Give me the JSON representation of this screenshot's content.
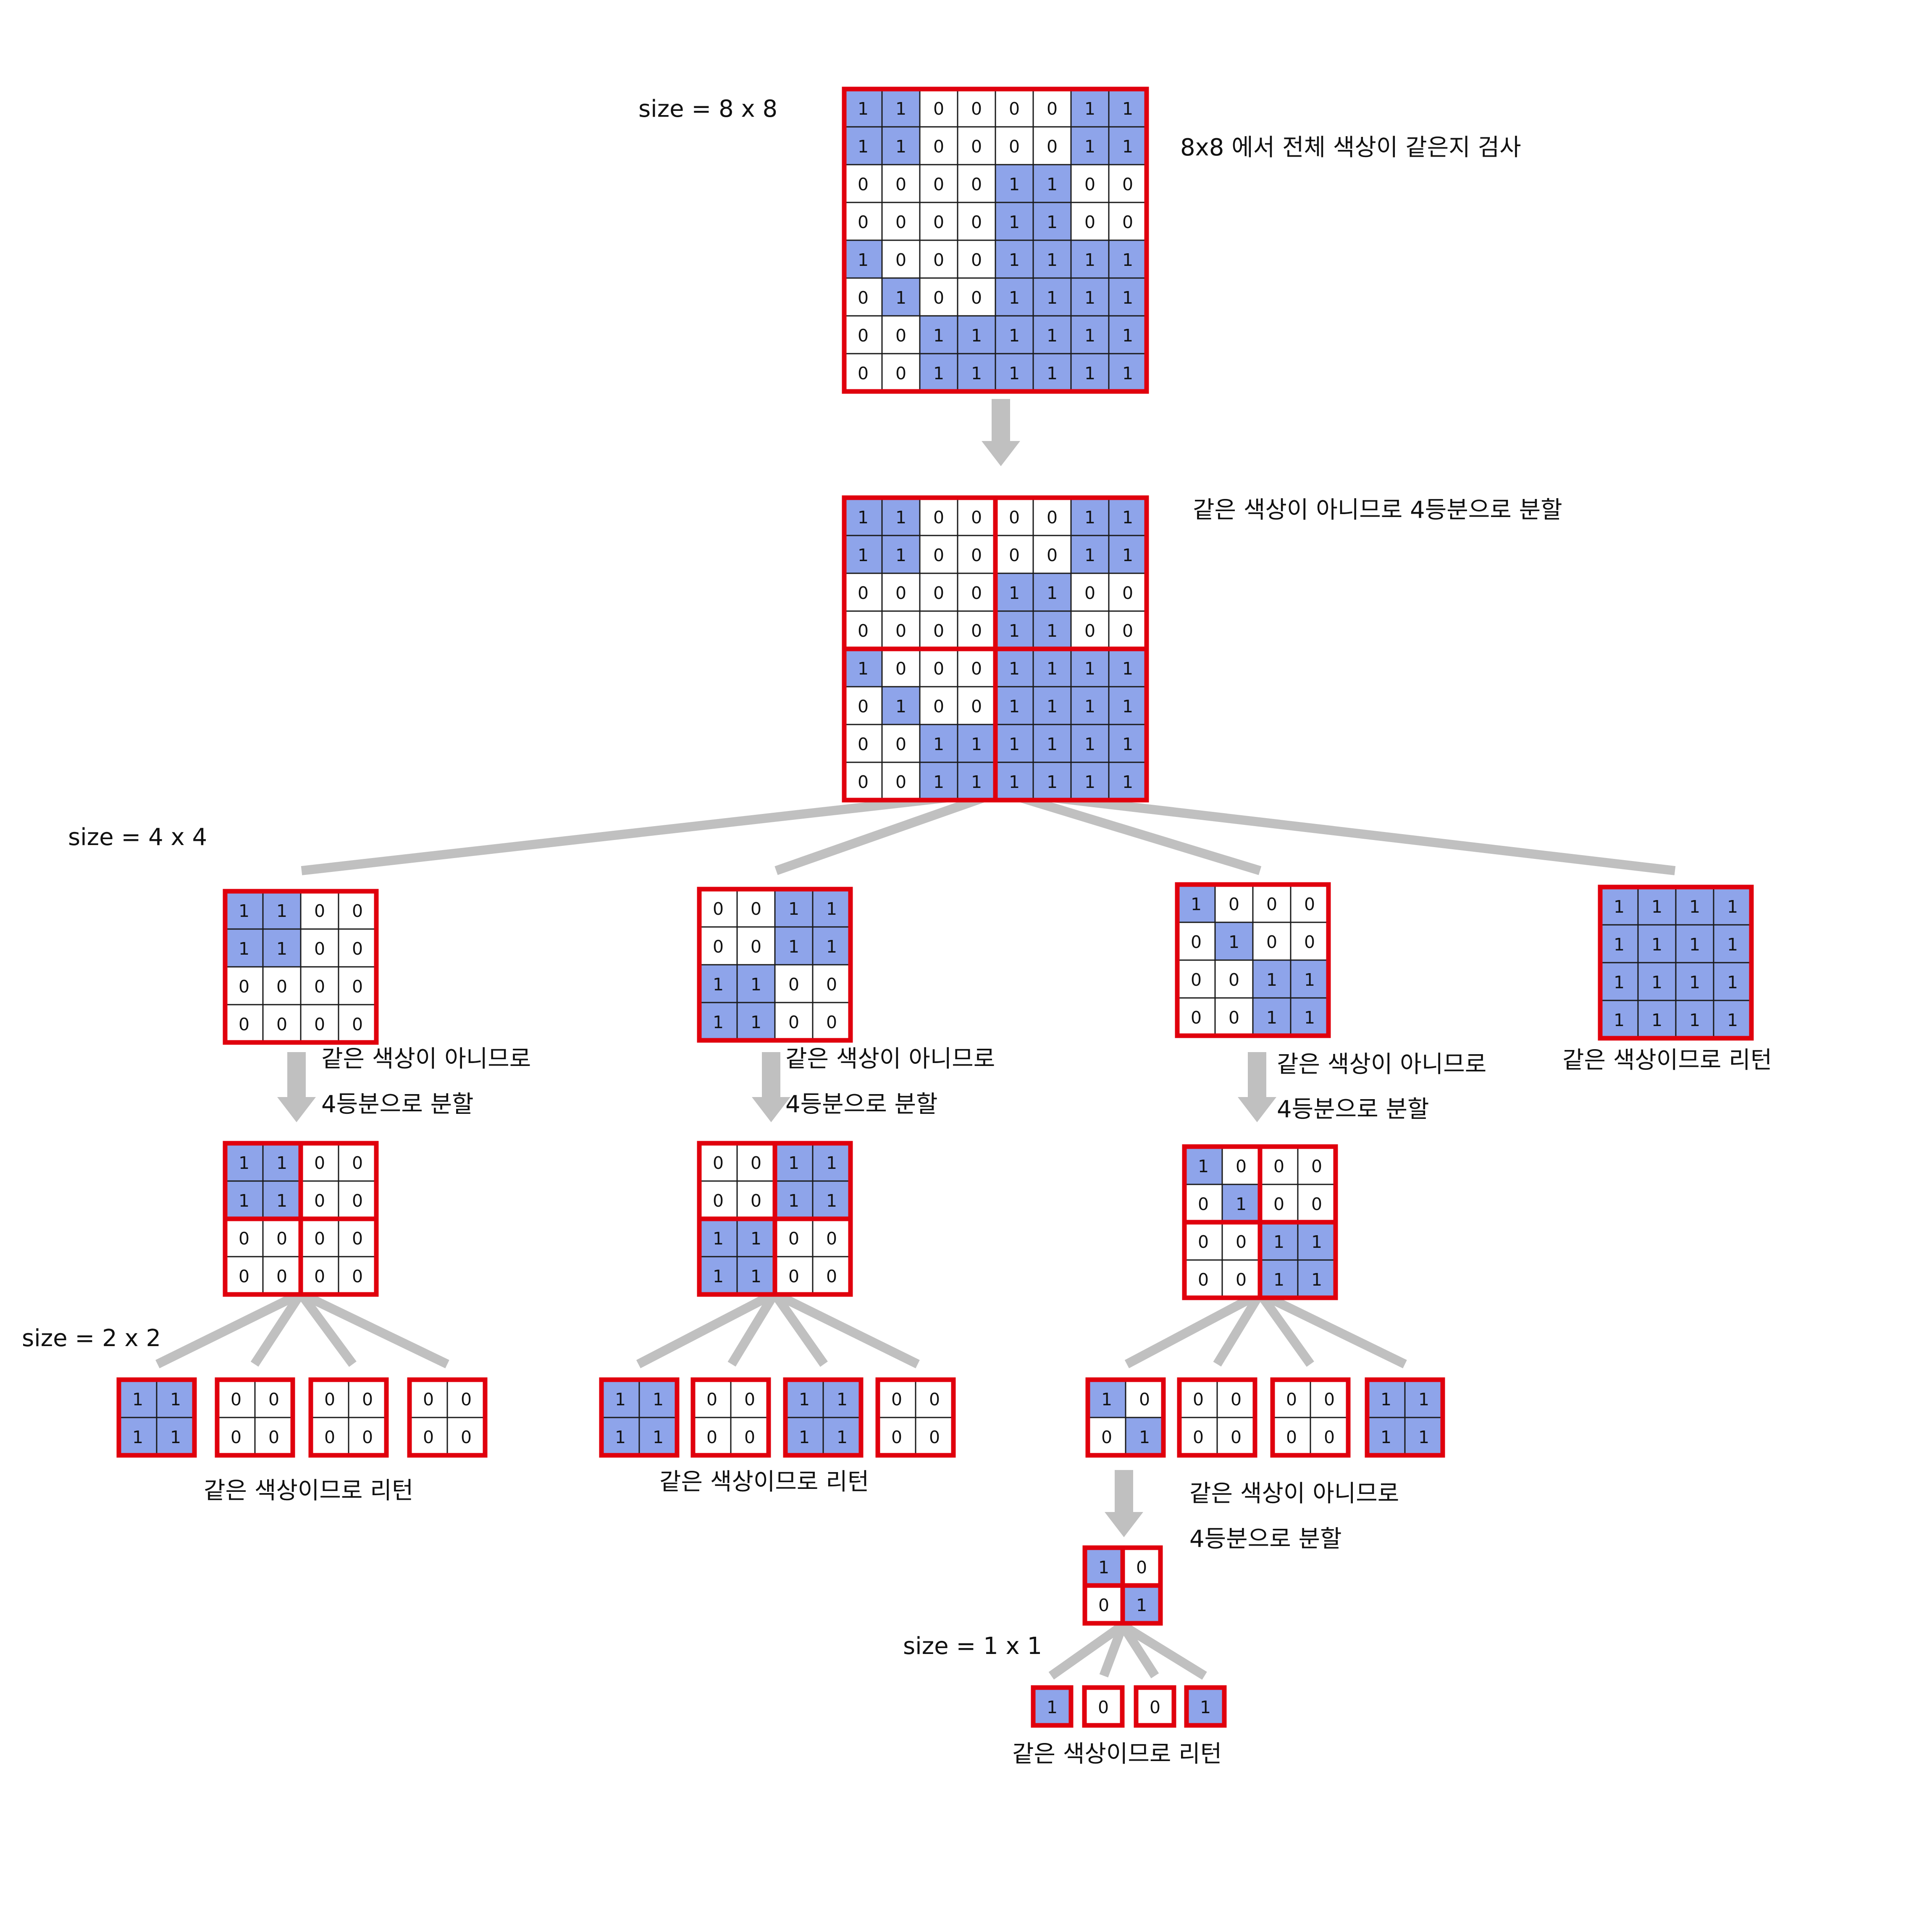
{
  "colors": {
    "filled": "#8ea4ea",
    "empty": "#ffffff",
    "border": "#e0000d",
    "gridline": "#1a1a1a",
    "connector": "#c0c0c0"
  },
  "labels": {
    "size8": "size = 8 x 8",
    "check8": "8x8 에서 전체 색상이 같은지 검사",
    "split8": "같은 색상이 아니므로 4등분으로 분할",
    "size4": "size = 4 x 4",
    "notSameA": "같은 색상이 아니므로",
    "splitA": "4등분으로 분할",
    "notSameB": "같은 색상이 아니므로",
    "splitB": "4등분으로 분할",
    "notSameC": "같은 색상이 아니므로",
    "splitC": "4등분으로 분할",
    "returnD": "같은 색상이므로 리턴",
    "size2": "size = 2 x 2",
    "returnA": "같은 색상이므로 리턴",
    "returnB": "같은 색상이므로 리턴",
    "notSameE": "같은 색상이 아니므로",
    "splitE": "4등분으로 분할",
    "size1": "size = 1 x 1",
    "returnE": "같은 색상이므로 리턴"
  },
  "grids": {
    "g8": [
      [
        1,
        1,
        0,
        0,
        0,
        0,
        1,
        1
      ],
      [
        1,
        1,
        0,
        0,
        0,
        0,
        1,
        1
      ],
      [
        0,
        0,
        0,
        0,
        1,
        1,
        0,
        0
      ],
      [
        0,
        0,
        0,
        0,
        1,
        1,
        0,
        0
      ],
      [
        1,
        0,
        0,
        0,
        1,
        1,
        1,
        1
      ],
      [
        0,
        1,
        0,
        0,
        1,
        1,
        1,
        1
      ],
      [
        0,
        0,
        1,
        1,
        1,
        1,
        1,
        1
      ],
      [
        0,
        0,
        1,
        1,
        1,
        1,
        1,
        1
      ]
    ],
    "q1": [
      [
        1,
        1,
        0,
        0
      ],
      [
        1,
        1,
        0,
        0
      ],
      [
        0,
        0,
        0,
        0
      ],
      [
        0,
        0,
        0,
        0
      ]
    ],
    "q2": [
      [
        0,
        0,
        1,
        1
      ],
      [
        0,
        0,
        1,
        1
      ],
      [
        1,
        1,
        0,
        0
      ],
      [
        1,
        1,
        0,
        0
      ]
    ],
    "q3": [
      [
        1,
        0,
        0,
        0
      ],
      [
        0,
        1,
        0,
        0
      ],
      [
        0,
        0,
        1,
        1
      ],
      [
        0,
        0,
        1,
        1
      ]
    ],
    "q4": [
      [
        1,
        1,
        1,
        1
      ],
      [
        1,
        1,
        1,
        1
      ],
      [
        1,
        1,
        1,
        1
      ],
      [
        1,
        1,
        1,
        1
      ]
    ],
    "a1": [
      [
        1,
        1
      ],
      [
        1,
        1
      ]
    ],
    "a2": [
      [
        0,
        0
      ],
      [
        0,
        0
      ]
    ],
    "a3": [
      [
        0,
        0
      ],
      [
        0,
        0
      ]
    ],
    "a4": [
      [
        0,
        0
      ],
      [
        0,
        0
      ]
    ],
    "b1": [
      [
        1,
        1
      ],
      [
        1,
        1
      ]
    ],
    "b2": [
      [
        0,
        0
      ],
      [
        0,
        0
      ]
    ],
    "b3": [
      [
        1,
        1
      ],
      [
        1,
        1
      ]
    ],
    "b4": [
      [
        0,
        0
      ],
      [
        0,
        0
      ]
    ],
    "c1": [
      [
        1,
        0
      ],
      [
        0,
        1
      ]
    ],
    "c2": [
      [
        0,
        0
      ],
      [
        0,
        0
      ]
    ],
    "c3": [
      [
        0,
        0
      ],
      [
        0,
        0
      ]
    ],
    "c4": [
      [
        1,
        1
      ],
      [
        1,
        1
      ]
    ],
    "d1": [
      [
        1
      ]
    ],
    "d2": [
      [
        0
      ]
    ],
    "d3": [
      [
        0
      ]
    ],
    "d4": [
      [
        1
      ]
    ]
  }
}
